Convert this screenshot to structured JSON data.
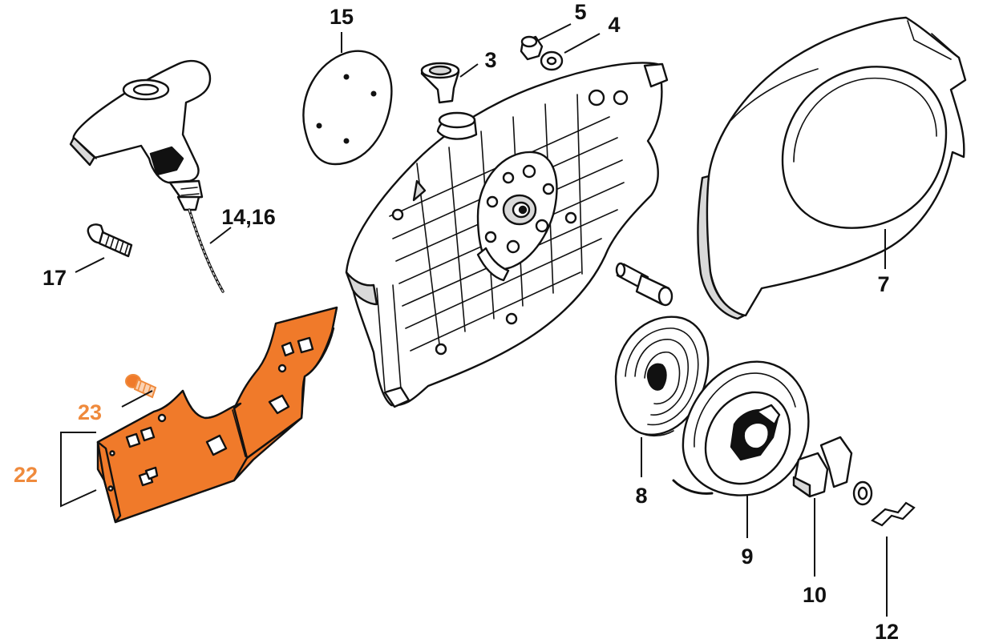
{
  "labels": {
    "p3": "3",
    "p4": "4",
    "p5": "5",
    "p7": "7",
    "p8": "8",
    "p9": "9",
    "p10": "10",
    "p12": "12",
    "p14_16": "14,16",
    "p15": "15",
    "p17": "17",
    "p22": "22",
    "p23": "23"
  },
  "colors": {
    "highlight_part": "#f07a2a",
    "highlight_label": "#ef8a3c",
    "line": "#111111",
    "background": "#ffffff"
  }
}
